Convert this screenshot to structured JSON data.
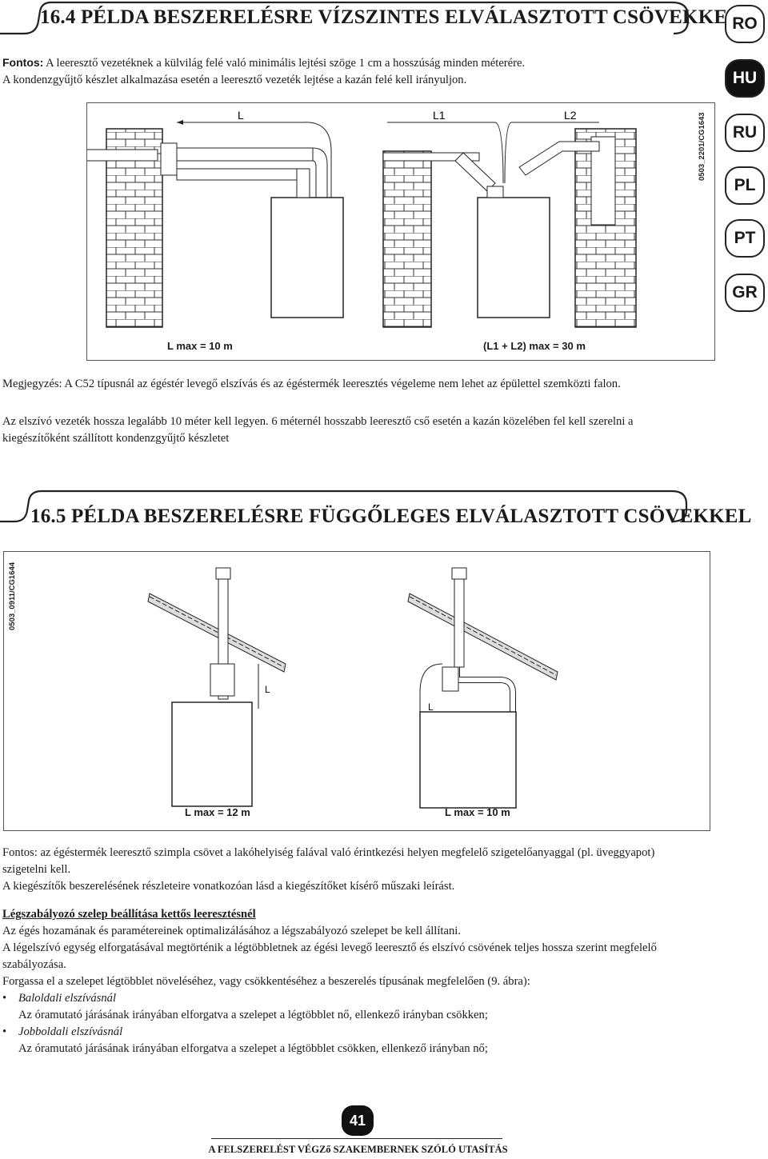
{
  "section1": {
    "title": "16.4 PÉLDA BESZERELÉSRE VÍZSZINTES ELVÁLASZTOTT CSÖVEKKEL",
    "note_label": "Fontos:",
    "note_line1": " A leeresztő vezetéknek a külvilág felé való minimális lejtési szöge 1 cm a hosszúság minden méterére.",
    "note_line2": "A kondenzgyűjtő készlet alkalmazása esetén a leeresztő vezeték lejtése a kazán felé kell irányuljon.",
    "diagram_code": "0503_2201/CG1643",
    "label_L": "L",
    "label_L1": "L1",
    "label_L2": "L2",
    "caption_left": "L max = 10 m",
    "caption_right": "(L1 + L2) max  = 30 m",
    "remark": "Megjegyzés: A C52 típusnál az égéstér levegő elszívás és az égéstermék leeresztés végeleme nem lehet az épülettel szemközti falon.",
    "para_line1": "Az elszívó vezeték hossza legalább 10 méter kell legyen. 6 méternél hosszabb leeresztő cső esetén a kazán közelében fel kell szerelni a",
    "para_line2": "kiegészítőként szállított kondenzgyűjtő készletet"
  },
  "languages": [
    {
      "code": "RO",
      "active": false
    },
    {
      "code": "HU",
      "active": true
    },
    {
      "code": "RU",
      "active": false
    },
    {
      "code": "PL",
      "active": false
    },
    {
      "code": "PT",
      "active": false
    },
    {
      "code": "GR",
      "active": false
    }
  ],
  "section2": {
    "title": "16.5 PÉLDA BESZERELÉSRE FÜGGŐLEGES ELVÁLASZTOTT CSÖVEKKEL",
    "diagram_code": "0503_0911/CG1644",
    "label_L": "L",
    "caption_left": "L max  = 12 m",
    "caption_right": "L  max = 10 m",
    "fontos_line1": "Fontos: az égéstermék leeresztő szimpla csövet a lakóhelyiség falával való érintkezési helyen megfelelő szigetelőanyaggal (pl. üveggyapot)",
    "fontos_line2": "szigetelni kell.",
    "accessories": "A kiegészítők beszerelésének részleteire vonatkozóan lásd a kiegészítőket kísérő műszaki leírást.",
    "subheading": "Légszabályozó szelep beállítása kettős leeresztésnél",
    "p1": "Az égés hozamának és paramétereinek optimalizálásához a légszabályozó szelepet be kell állítani.",
    "p2_line1": "A légelszívó egység elforgatásával megtörténik a légtöbbletnek az égési levegő leeresztő és elszívó csövének teljes hossza szerint megfelelő",
    "p2_line2": "szabályozása.",
    "p3": "Forgassa el a szelepet légtöbblet növeléséhez, vagy csökkentéséhez a beszerelés típusának megfelelően (9. ábra):",
    "bullets": [
      {
        "title": "Baloldali elszívásnál",
        "text": "Az óramutató járásának irányában elforgatva a szelepet a légtöbblet nő, ellenkező irányban csökken;"
      },
      {
        "title": "Jobboldali elszívásnál",
        "text": "Az óramutató járásának irányában elforgatva a szelepet a légtöbblet csökken, ellenkező irányban nő;"
      }
    ]
  },
  "footer": {
    "page_number": "41",
    "text": "A FELSZERELÉST VÉGZő SZAKEMBERNEK SZÓLÓ UTASÍTÁS"
  }
}
